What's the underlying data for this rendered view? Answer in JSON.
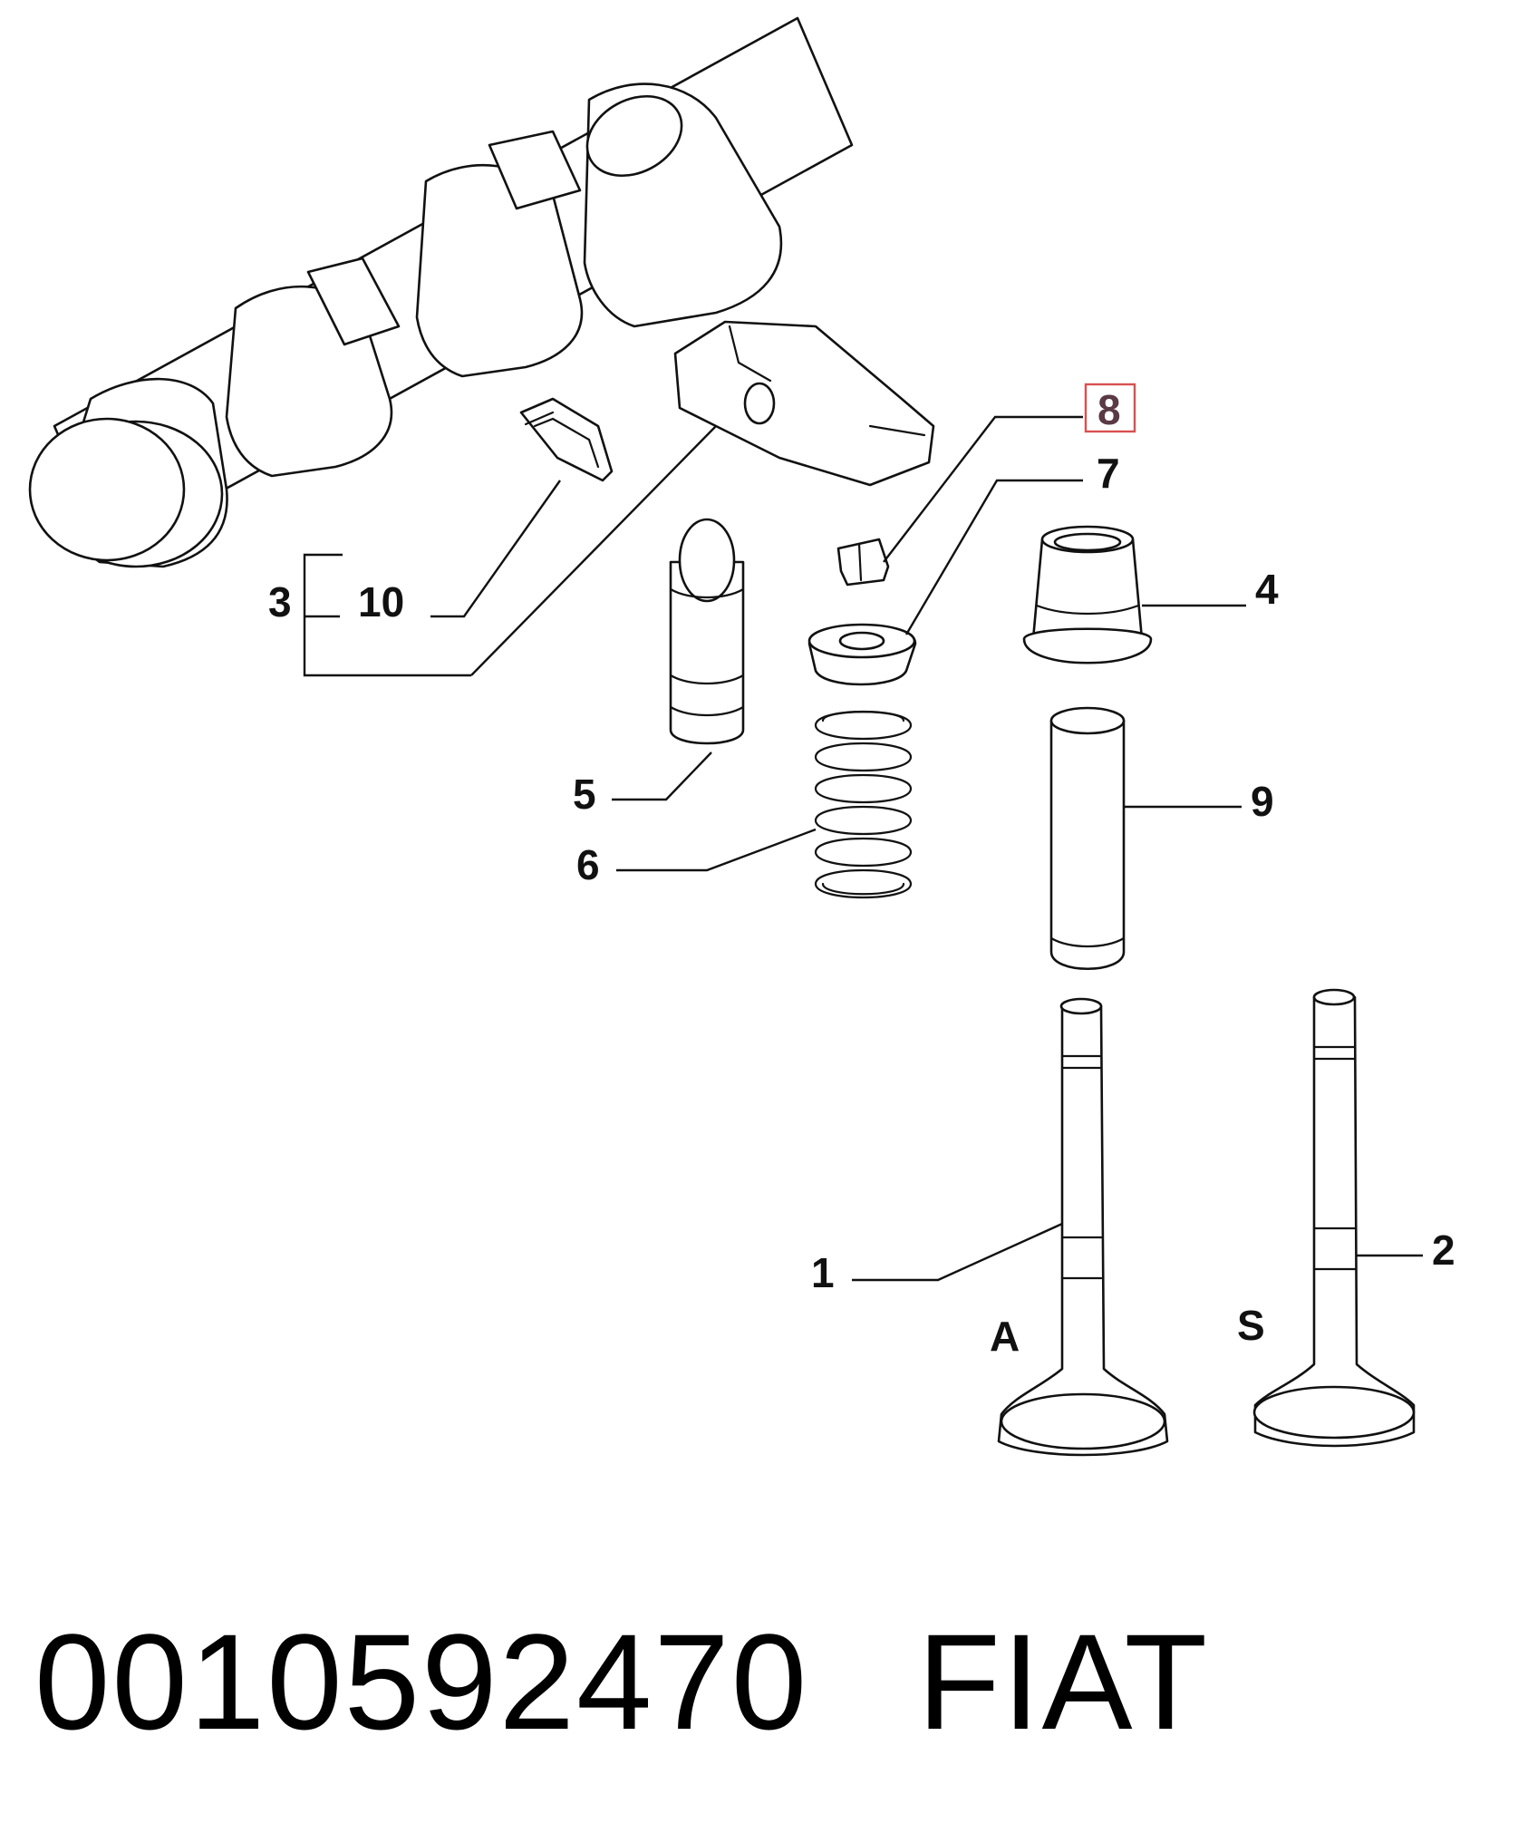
{
  "diagram": {
    "callouts": {
      "c1": "1",
      "c2": "2",
      "c3": "3",
      "c4": "4",
      "c5": "5",
      "c6": "6",
      "c7": "7",
      "c8": "8",
      "c9": "9",
      "c10": "10"
    },
    "valve_labels": {
      "intake": "A",
      "exhaust": "S"
    },
    "highlight_color": "#d95050"
  },
  "caption": {
    "part_number": "0010592470",
    "brand": "FIAT"
  }
}
